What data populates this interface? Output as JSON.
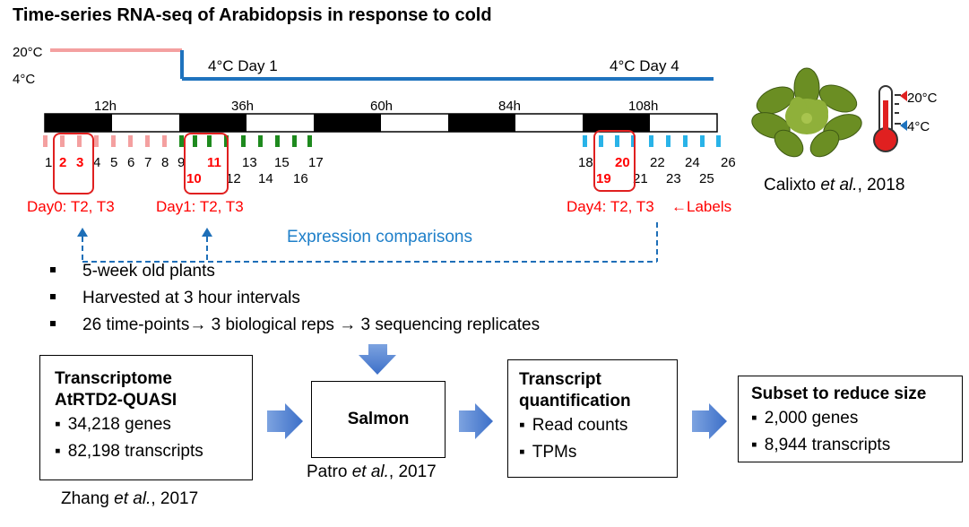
{
  "title": "Time-series RNA-seq of Arabidopsis in response to cold",
  "temperature_profile": {
    "warm_label": "20°C",
    "cold_label": "4°C",
    "day1_label": "4°C Day 1",
    "day4_label": "4°C Day 4",
    "warm_color": "#f4a0a0",
    "cold_color": "#1e73be"
  },
  "timeline": {
    "hour_labels": [
      "12h",
      "36h",
      "60h",
      "84h",
      "108h"
    ],
    "light_dark_cycles": [
      "dark",
      "light",
      "dark",
      "light",
      "dark",
      "light",
      "dark",
      "light",
      "dark",
      "light"
    ]
  },
  "timepoints": {
    "upper_row_a": [
      "1"
    ],
    "group1_red": [
      "2",
      "3"
    ],
    "upper_row_b": [
      "4",
      "5",
      "6",
      "7",
      "8",
      "9"
    ],
    "group2_red_upper": "11",
    "group2_red_lower": "10",
    "upper_row_c": [
      "13",
      "15",
      "17"
    ],
    "lower_row_c": [
      "12",
      "14",
      "16"
    ],
    "upper_row_d": [
      "18"
    ],
    "group3_red_upper": "20",
    "group3_red_lower": "19",
    "upper_row_e": [
      "22",
      "24",
      "26"
    ],
    "lower_row_e": [
      "21",
      "23",
      "25"
    ],
    "tick_colors": {
      "day0": "#f4a0a0",
      "day1": "#1e8a1e",
      "day4": "#29b3e8"
    }
  },
  "labels": {
    "day0": "Day0: T2, T3",
    "day1": "Day1: T2, T3",
    "day4": "Day4: T2, T3",
    "arrow_labels": "←Labels",
    "expression_comparisons": "Expression comparisons"
  },
  "thermometer": {
    "high": "20°C",
    "low": "4°C"
  },
  "reference_top": {
    "author": "Calixto",
    "etal": "et al.",
    "year": ", 2018"
  },
  "bullets": [
    "5-week old plants",
    "Harvested at 3 hour intervals",
    "26 time-points→ 3 biological reps → 3 sequencing replicates"
  ],
  "pipeline": {
    "transcriptome": {
      "head1": "Transcriptome",
      "head2": "AtRTD2-QUASI",
      "items": [
        "34,218 genes",
        "82,198 transcripts"
      ],
      "cite": {
        "author": "Zhang ",
        "etal": "et al.",
        "year": ", 2017"
      }
    },
    "salmon": {
      "head": "Salmon",
      "cite": {
        "author": "Patro ",
        "etal": "et al.",
        "year": ", 2017"
      }
    },
    "quantification": {
      "head1": "Transcript",
      "head2": "quantification",
      "items": [
        "Read counts",
        "TPMs"
      ]
    },
    "subset": {
      "head": "Subset to reduce size",
      "items": [
        "2,000 genes",
        "8,944 transcripts"
      ]
    },
    "arrow_color": "#4a7fd4"
  }
}
